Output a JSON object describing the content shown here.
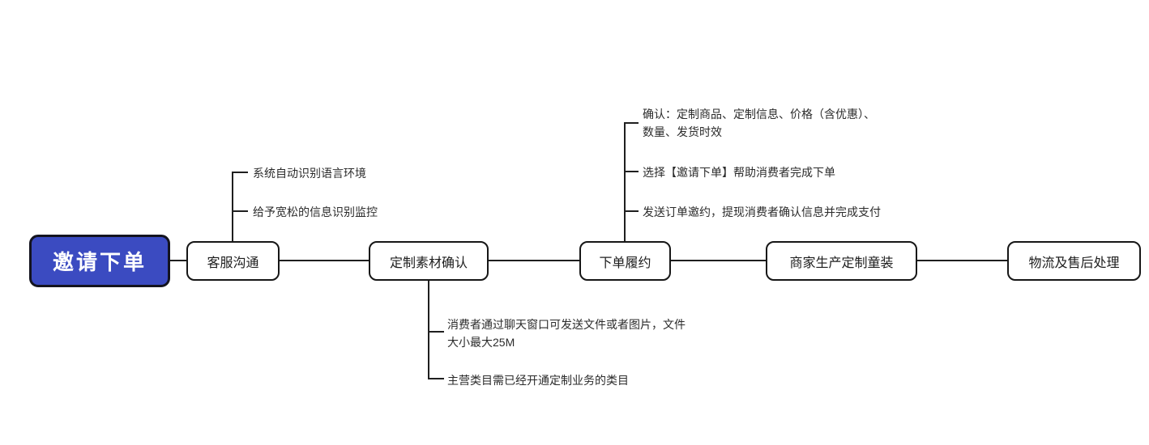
{
  "diagram": {
    "title_hint": "invite-to-order customization flow mindmap",
    "colors": {
      "root_bg": "#3b4bc1",
      "root_border": "#14141f",
      "root_text": "#ffffff",
      "node_bg": "#ffffff",
      "node_border": "#161616",
      "connector": "#1f1f1f",
      "note_text": "#2b2b2b",
      "canvas_bg": "#ffffff"
    },
    "root": {
      "label": "邀请下单"
    },
    "nodes": [
      {
        "id": "customer-service",
        "label": "客服沟通"
      },
      {
        "id": "material-confirm",
        "label": "定制素材确认"
      },
      {
        "id": "order-fulfillment",
        "label": "下单履约"
      },
      {
        "id": "production",
        "label": "商家生产定制童装"
      },
      {
        "id": "logistics",
        "label": "物流及售后处理"
      }
    ],
    "branches": {
      "customer_service_notes": [
        "系统自动识别语言环境",
        "给予宽松的信息识别监控"
      ],
      "order_fulfillment_notes": [
        "确认：定制商品、定制信息、价格（含优惠）、\n数量、发货时效",
        "选择【邀请下单】帮助消费者完成下单",
        "发送订单邀约，提现消费者确认信息并完成支付"
      ],
      "material_confirm_notes": [
        "消费者通过聊天窗口可发送文件或者图片，文件\n大小最大25M",
        "主营类目需已经开通定制业务的类目"
      ]
    }
  }
}
